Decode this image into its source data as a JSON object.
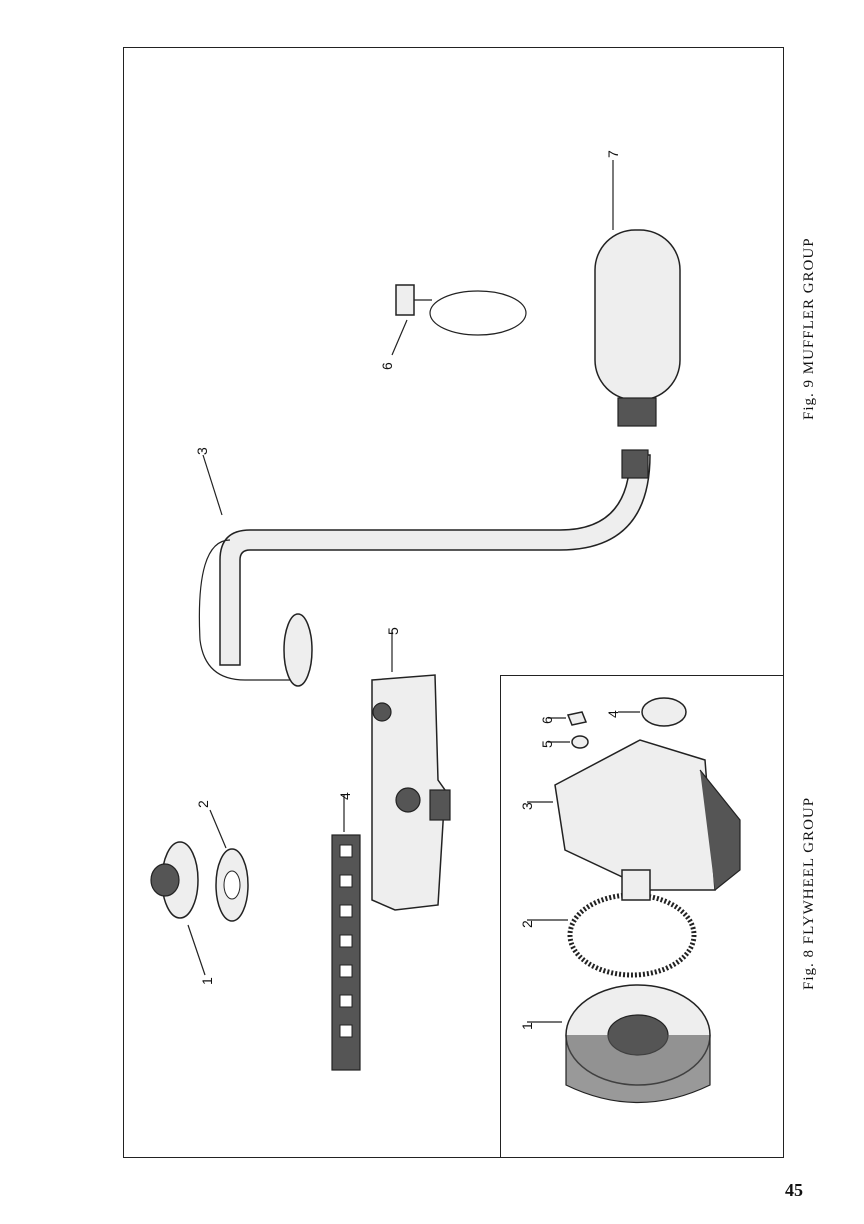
{
  "figures": {
    "fig9_caption": "Fig. 9   MUFFLER GROUP",
    "fig8_caption": "Fig. 8   FLYWHEEL GROUP"
  },
  "callouts": {
    "muffler": [
      "1",
      "2",
      "3",
      "4",
      "5",
      "6",
      "7"
    ],
    "flywheel": [
      "1",
      "2",
      "3",
      "4",
      "5",
      "6"
    ]
  },
  "page_number": "45"
}
